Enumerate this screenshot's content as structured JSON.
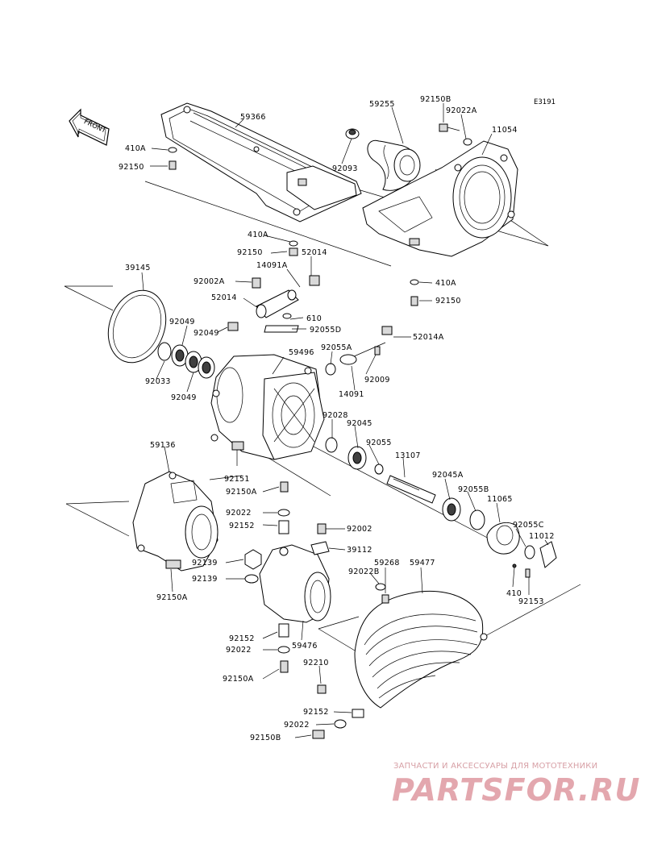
{
  "diagram": {
    "code": "E3191",
    "front_label": "FRONT",
    "parts": {
      "p59366": "59366",
      "p410A_1": "410A",
      "p92150_1": "92150",
      "p59255": "59255",
      "p92150B_top": "92150B",
      "p92022A": "92022A",
      "p11054": "11054",
      "p92093": "92093",
      "p410A_2": "410A",
      "p92150_2": "92150",
      "p52014_a": "52014",
      "p14091A": "14091A",
      "p92002A": "92002A",
      "p39145": "39145",
      "p52014_b": "52014",
      "p410A_3": "410A",
      "p92150_3": "92150",
      "p610": "610",
      "p92049_a": "92049",
      "p92049_b": "92049",
      "p92055D": "92055D",
      "p52014A": "52014A",
      "p59496": "59496",
      "p92055A": "92055A",
      "p92033": "92033",
      "p92049_c": "92049",
      "p92009": "92009",
      "p14091": "14091",
      "p92028": "92028",
      "p92045": "92045",
      "p92055": "92055",
      "p59136": "59136",
      "p13107": "13107",
      "p92045A": "92045A",
      "p92151": "92151",
      "p92150A_1": "92150A",
      "p92055B": "92055B",
      "p11065": "11065",
      "p92022_1": "92022",
      "p92152_1": "92152",
      "p92002": "92002",
      "p92055C": "92055C",
      "p11012": "11012",
      "p39112": "39112",
      "p92139_a": "92139",
      "p59268": "59268",
      "p59477": "59477",
      "p92139_b": "92139",
      "p92022B": "92022B",
      "p92150A_2": "92150A",
      "p410": "410",
      "p92153": "92153",
      "p92152_2": "92152",
      "p59476": "59476",
      "p92022_2": "92022",
      "p92210": "92210",
      "p92150A_3": "92150A",
      "p92152_3": "92152",
      "p92022_3": "92022",
      "p92150B_bottom": "92150B"
    }
  },
  "watermark": {
    "tagline": "ЗАПЧАСТИ И АКСЕССУАРЫ ДЛЯ МОТОТЕХНИКИ",
    "logo": "PARTSFOR.RU",
    "color": "#e3a7ae"
  }
}
